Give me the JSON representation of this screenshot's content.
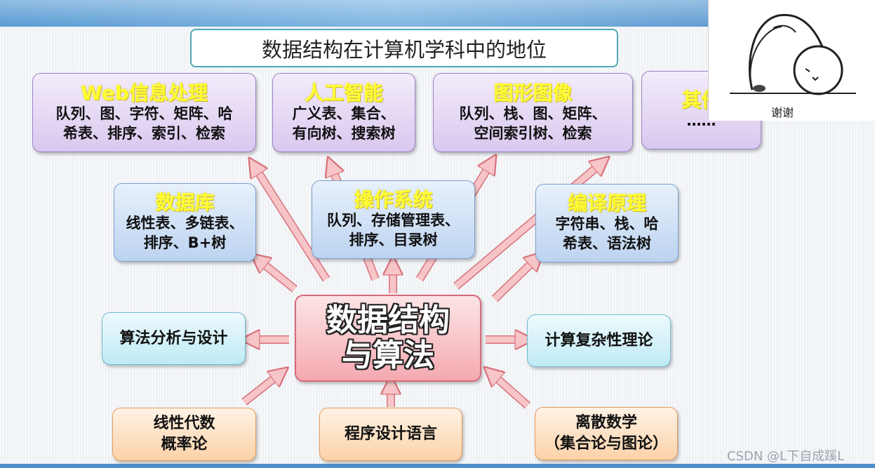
{
  "title": "数据结构在计算机学科中的地位",
  "center": {
    "line1": "数据结构",
    "line2": "与算法"
  },
  "top_row": [
    {
      "id": "web",
      "title": "Web信息处理",
      "lines": [
        "队列、图、字符、矩阵、哈",
        "希表、排序、索引、检索"
      ]
    },
    {
      "id": "ai",
      "title": "人工智能",
      "lines": [
        "广义表、集合、",
        "有向树、搜索树"
      ]
    },
    {
      "id": "graphics",
      "title": "图形图像",
      "lines": [
        "队列、栈、图、矩阵、",
        "空间索引树、检索"
      ]
    },
    {
      "id": "other",
      "title": "其他",
      "lines": [
        "……"
      ]
    }
  ],
  "middle_row": [
    {
      "id": "db",
      "title": "数据库",
      "lines": [
        "线性表、多链表、",
        "排序、B+树"
      ]
    },
    {
      "id": "os",
      "title": "操作系统",
      "lines": [
        "队列、存储管理表、",
        "排序、目录树"
      ]
    },
    {
      "id": "compiler",
      "title": "编译原理",
      "lines": [
        "字符串、栈、哈",
        "希表、语法树"
      ]
    }
  ],
  "side": {
    "left": "算法分析与设计",
    "right": "计算复杂性理论"
  },
  "bottom_row": [
    {
      "id": "linear",
      "lines": [
        "线性代数",
        "概率论"
      ]
    },
    {
      "id": "prog",
      "lines": [
        "程序设计语言"
      ]
    },
    {
      "id": "discrete",
      "lines": [
        "离散数学",
        "（集合论与图论）"
      ]
    }
  ],
  "camera": {
    "label": "谢谢"
  },
  "watermark": "CSDN @L下自成蹊L",
  "colors": {
    "header_yellow": "#ffff33",
    "arrow_fill": "#f7c5c8",
    "arrow_stroke": "#d8727c",
    "accent_blue": "#4f8fca"
  }
}
